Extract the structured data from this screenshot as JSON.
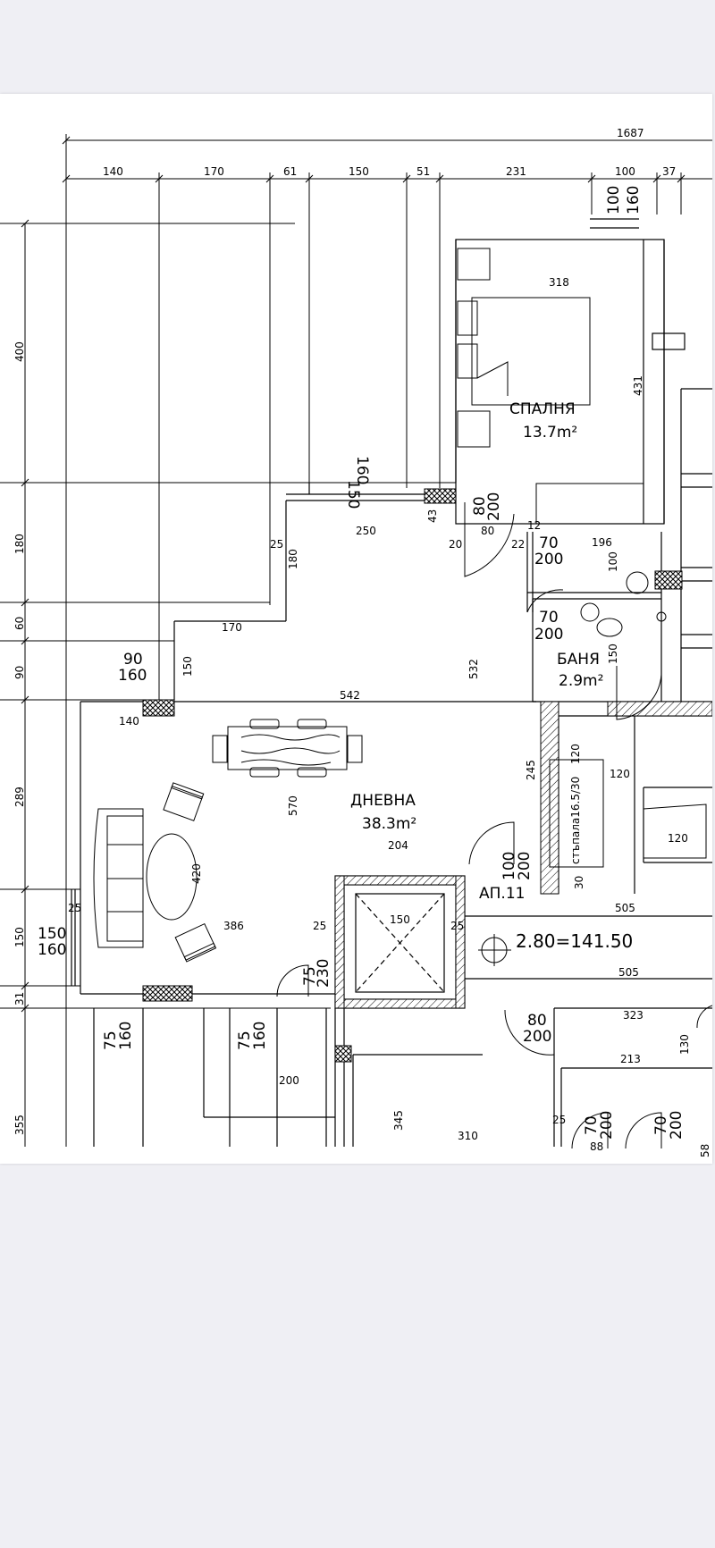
{
  "viewer": {
    "background": "#efeff4",
    "sheet_color": "#ffffff",
    "line_color": "#000000"
  },
  "plan": {
    "top_dims": [
      "1687",
      "140",
      "170",
      "61",
      "150",
      "51",
      "231",
      "100",
      "37"
    ],
    "left_dims": [
      "400",
      "180",
      "60",
      "90",
      "289",
      "150",
      "31",
      "355"
    ],
    "rooms": {
      "bedroom": {
        "name": "СПАЛНЯ",
        "area": "13.7m²"
      },
      "bathroom": {
        "name": "БАНЯ",
        "area": "2.9m²"
      },
      "living": {
        "name": "ДНЕВНА",
        "area": "38.3m²"
      },
      "apartment": {
        "name": "АП.11"
      }
    },
    "level_mark": "2.80=141.50",
    "stairs_label": "стъпала16.5/30",
    "openings": {
      "w_100_160": [
        "100",
        "160"
      ],
      "w_150_160_top": [
        "150",
        "160"
      ],
      "d_80_200_bed": [
        "80",
        "200"
      ],
      "d_70_200_wc": [
        "70",
        "200"
      ],
      "d_70_200_bath": [
        "70",
        "200"
      ],
      "w_90_160": [
        "90",
        "160"
      ],
      "d_100_200": [
        "100",
        "200"
      ],
      "w_150_160_left": [
        "150",
        "160"
      ],
      "d_75_230": [
        "75",
        "230"
      ],
      "w_75_160_a": [
        "75",
        "160"
      ],
      "w_75_160_b": [
        "75",
        "160"
      ],
      "d_80_200_low": [
        "80",
        "200"
      ],
      "d_70_200_low_a": [
        "70",
        "200"
      ],
      "d_70_200_low_b": [
        "70",
        "200"
      ]
    },
    "inner_dims": {
      "d318": "318",
      "d431": "431",
      "d250": "250",
      "d43": "43",
      "d25a": "25",
      "d180": "180",
      "d20": "20",
      "d80": "80",
      "d22": "22",
      "d12": "12",
      "d196": "196",
      "d100": "100",
      "d150a": "150",
      "d532": "532",
      "d170": "170",
      "d150b": "150",
      "d542": "542",
      "d140": "140",
      "d245": "245",
      "d120a": "120",
      "d120b": "120",
      "d120c": "120",
      "d30": "30",
      "d570": "570",
      "d204": "204",
      "d420": "420",
      "d386": "386",
      "d25b": "25",
      "d25c": "25",
      "d25d": "25",
      "d150c": "150",
      "d505a": "505",
      "d505b": "505",
      "d323": "323",
      "d130": "130",
      "d213": "213",
      "d200": "200",
      "d345": "345",
      "d310": "310",
      "d25e": "25",
      "d88": "88",
      "d58": "58"
    }
  }
}
